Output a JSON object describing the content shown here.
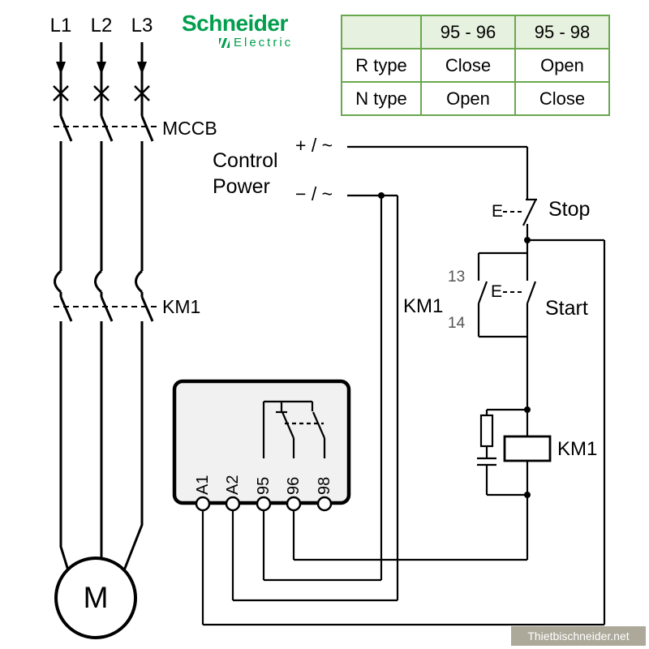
{
  "colors": {
    "brand_green": "#009E4D",
    "table_border_green": "#6aa84f",
    "table_header_bg": "#e7f1df",
    "relay_box_fill": "#f1f1f1",
    "watermark_bg": "#9e9a88",
    "ink": "#000000"
  },
  "logo": {
    "brand": "Schneider",
    "sub": "Electric"
  },
  "table": {
    "headers": [
      "",
      "95 - 96",
      "95 - 98"
    ],
    "rows": [
      [
        "R type",
        "Close",
        "Open"
      ],
      [
        "N type",
        "Open",
        "Close"
      ]
    ]
  },
  "labels": {
    "l1": "L1",
    "l2": "L2",
    "l3": "L3",
    "mccb": "MCCB",
    "km1_main": "KM1",
    "control_1": "Control",
    "control_2": "Power",
    "plus_rail": "+ / ~",
    "minus_rail": "− / ~",
    "stop": "Stop",
    "stop_e": "E",
    "start": "Start",
    "start_e": "E",
    "aux_km1": "KM1",
    "aux_13": "13",
    "aux_14": "14",
    "coil": "KM1",
    "motor": "M"
  },
  "terminals": [
    "A1",
    "A2",
    "95",
    "96",
    "98"
  ],
  "watermark": "Thietbischneider.net"
}
